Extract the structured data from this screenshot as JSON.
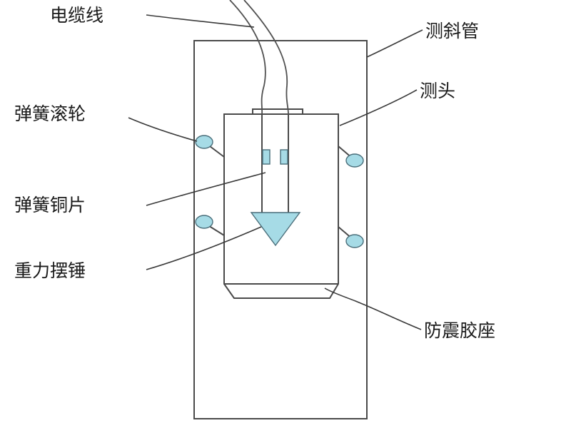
{
  "colors": {
    "line": "#4a4a4a",
    "accent_fill": "#a6dbe6",
    "accent_stroke": "#4a6e7a",
    "text": "#1a1a1a"
  },
  "labels": {
    "cable": "电缆线",
    "inclinometer_tube": "测斜管",
    "probe": "测头",
    "spring_roller": "弹簧滚轮",
    "spring_copper_sheet": "弹簧铜片",
    "gravity_pendulum": "重力摆锤",
    "shockproof_rubber_base": "防震胶座"
  }
}
